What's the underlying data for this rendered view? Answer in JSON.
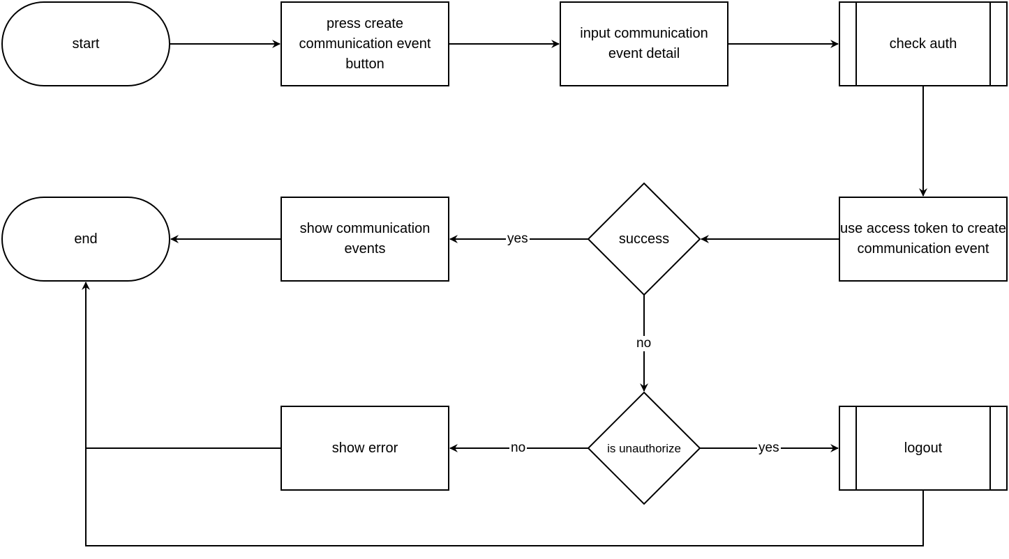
{
  "nodes": {
    "start": "start",
    "press_create": "press create communication event button",
    "input_detail": "input communication event detail",
    "check_auth": "check auth",
    "use_token": "use access token to create communication event",
    "success": "success",
    "show_events": "show communication events",
    "end": "end",
    "is_unauthorize": "is unauthorize",
    "show_error": "show error",
    "logout": "logout"
  },
  "edge_labels": {
    "success_yes": "yes",
    "success_no": "no",
    "unauth_no": "no",
    "unauth_yes": "yes"
  },
  "colors": {
    "stroke": "#000000",
    "fill": "#ffffff",
    "text": "#000000"
  }
}
